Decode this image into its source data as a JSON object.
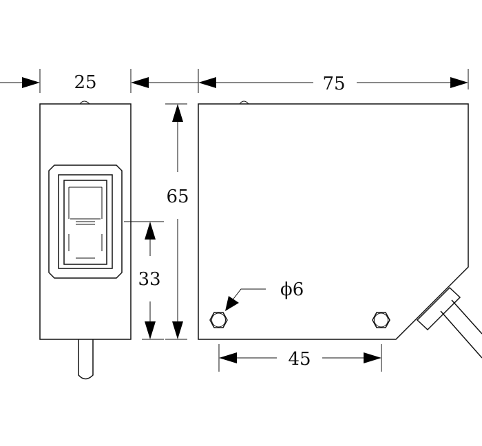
{
  "dimensions": {
    "side_width": "25",
    "body_length": "75",
    "height": "65",
    "window_height": "33",
    "hole_spacing": "45",
    "hole_diameter": "ϕ6"
  }
}
